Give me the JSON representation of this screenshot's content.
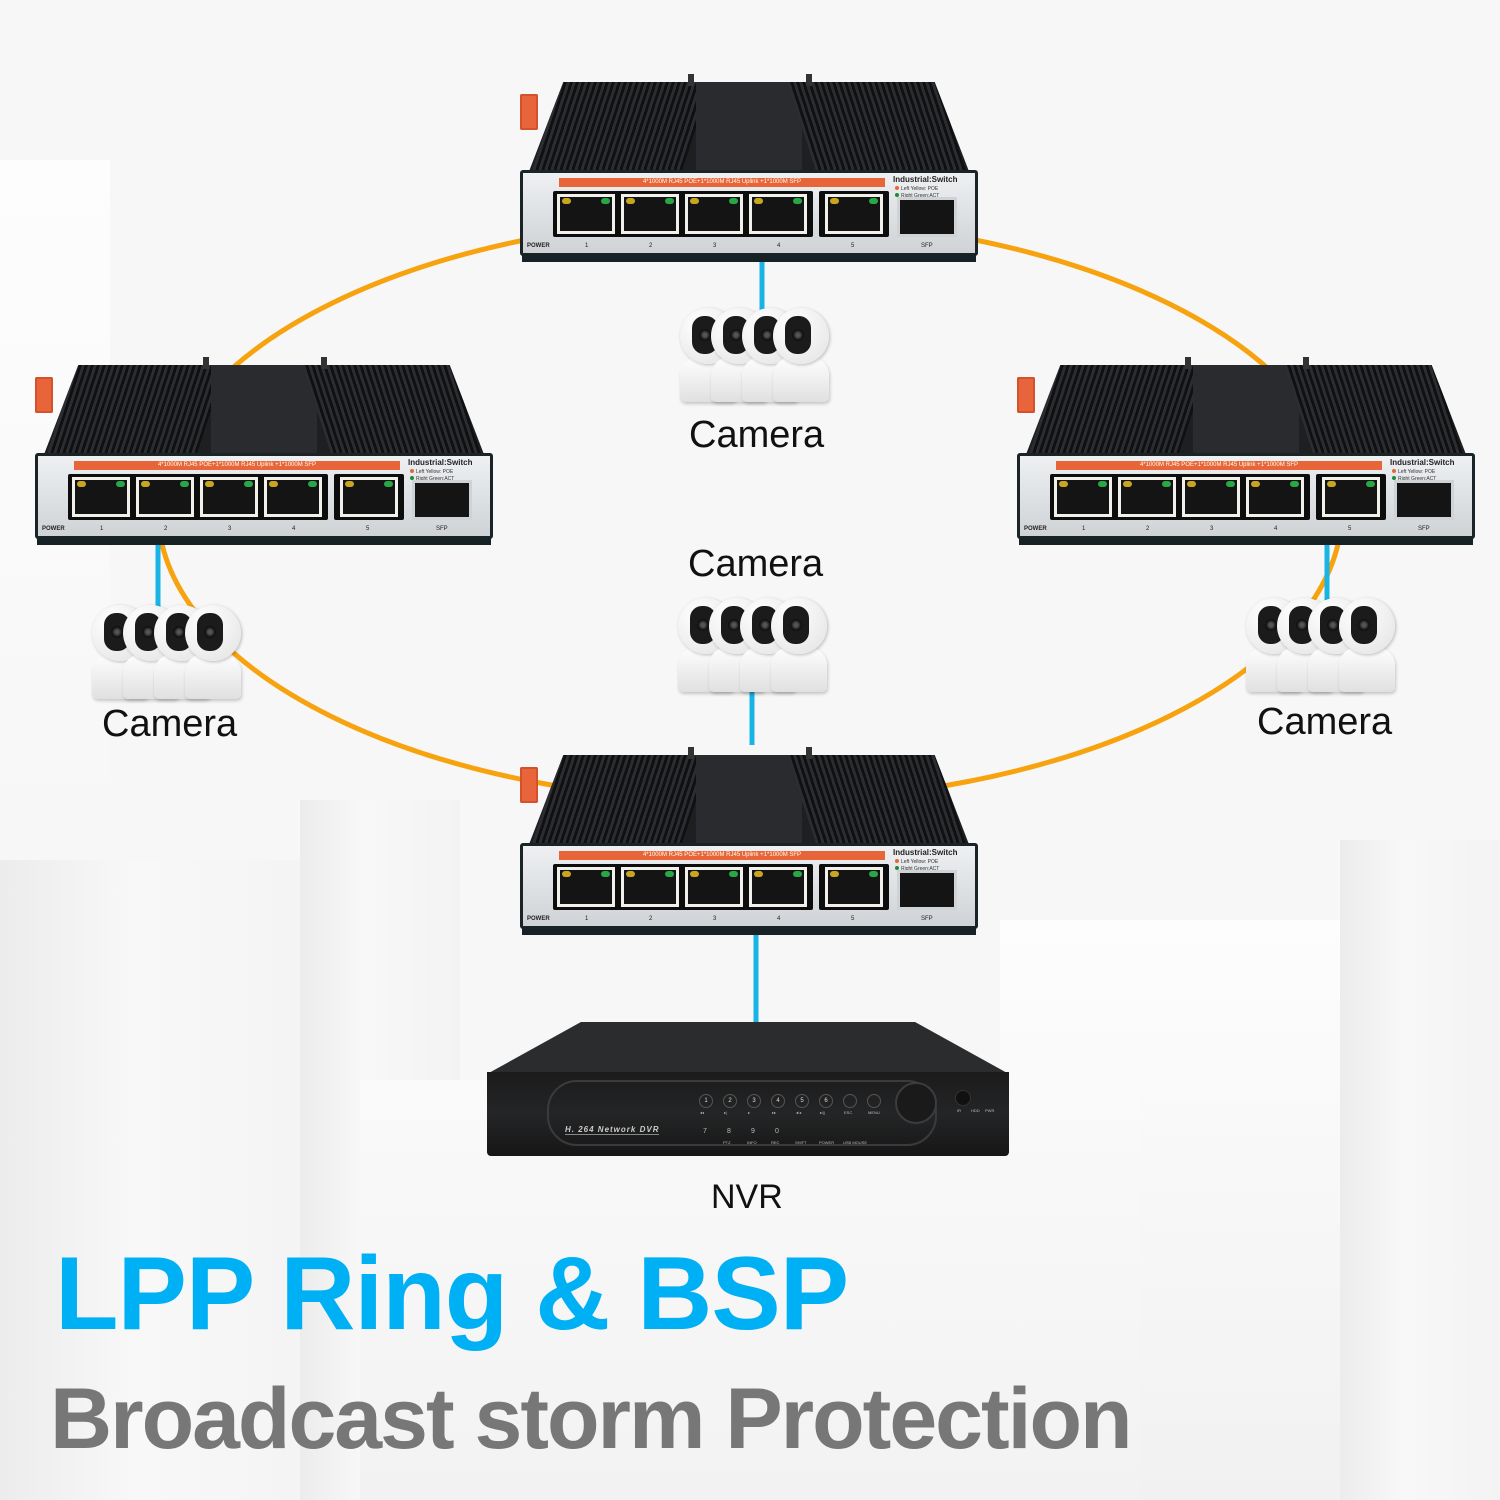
{
  "diagram": {
    "title": "LPP Ring & BSP",
    "subtitle": "Broadcast storm Protection",
    "colors": {
      "ring_cable": "#f7a30f",
      "device_cable": "#19b3e6",
      "title": "#00b0f5",
      "subtitle": "#777777",
      "switch_banner": "#e8653a"
    },
    "switch": {
      "banner": "4*1000M RJ45 POE+1*1000M RJ45  Uplink +1*1000M  SFP",
      "brand": "Industrial:Switch",
      "legend_poe": "Left Yellow: POE",
      "legend_act": "Right Green:ACT",
      "power_label": "POWER",
      "ports": [
        "1",
        "2",
        "3",
        "4",
        "5"
      ],
      "sfp_label": "SFP"
    },
    "switches": [
      {
        "id": "switch-top",
        "position": "top"
      },
      {
        "id": "switch-left",
        "position": "left"
      },
      {
        "id": "switch-right",
        "position": "right"
      },
      {
        "id": "switch-bottom",
        "position": "bottom"
      }
    ],
    "camera_groups": [
      {
        "label": "Camera",
        "attached_to": "switch-top",
        "count": 4
      },
      {
        "label": "Camera",
        "attached_to": "switch-left",
        "count": 4
      },
      {
        "label": "Camera",
        "attached_to": "switch-right",
        "count": 4
      },
      {
        "label": "Camera",
        "attached_to": "switch-bottom",
        "count": 4
      }
    ],
    "nvr": {
      "label": "NVR",
      "brand": "H. 264 Network DVR",
      "buttons_top": [
        "1",
        "2",
        "3",
        "4",
        "5",
        "6",
        "",
        ""
      ],
      "buttons_top_sub": [
        "◂◂",
        "▸|",
        "▸",
        "▸▸",
        "◂/◂",
        "▸/||",
        "ESC",
        "MENU"
      ],
      "buttons_bottom": [
        "7",
        "8",
        "9",
        "0",
        "",
        "",
        ""
      ],
      "buttons_bottom_sub": [
        "",
        "PTZ",
        "INFO",
        "REC",
        "SHIFT",
        "POWER",
        "USB MOUSE"
      ],
      "indicators": [
        "IR",
        "HDD",
        "PWR"
      ]
    },
    "edges": [
      {
        "from": "switch-top",
        "to": "switch-left",
        "type": "ring"
      },
      {
        "from": "switch-top",
        "to": "switch-right",
        "type": "ring"
      },
      {
        "from": "switch-left",
        "to": "switch-bottom",
        "type": "ring"
      },
      {
        "from": "switch-right",
        "to": "switch-bottom",
        "type": "ring"
      },
      {
        "from": "switch-top",
        "to": "camera-group-1",
        "type": "link"
      },
      {
        "from": "switch-left",
        "to": "camera-group-2",
        "type": "link"
      },
      {
        "from": "switch-right",
        "to": "camera-group-3",
        "type": "link"
      },
      {
        "from": "switch-bottom",
        "to": "camera-group-4",
        "type": "link"
      },
      {
        "from": "switch-bottom",
        "to": "nvr",
        "type": "link"
      }
    ]
  }
}
